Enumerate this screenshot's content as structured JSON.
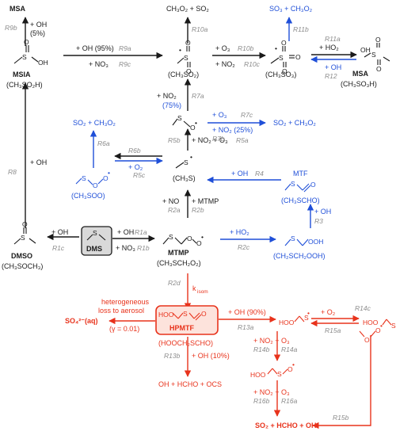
{
  "colors": {
    "black": "#1a1a1a",
    "grey": "#8c8c8c",
    "blue": "#1f4fd8",
    "red": "#e8331c",
    "dms_box_fill": "#d9d9d9",
    "hpmtf_box_fill": "#fde3dc"
  },
  "species": {
    "msa_top": "MSA",
    "msia": "MSIA",
    "msia_formula": "(CH₃SO₂H)",
    "ch3so2_products": "CH₃O₂ + SO₂",
    "ch3so2_formula": "(CH₃SO₂)",
    "so3_products": "SO₃ + CH₃O₂",
    "ch3so3_formula": "(CH₃SO₃)",
    "msa_right": "MSA",
    "msa_right_formula": "(CH₃SO₃H)",
    "so2_ch3o2_right": "SO₂ + CH₃O₂",
    "ch3s_formula": "(CH₃S)",
    "so2_ch3o2_left": "SO₂ + CH₃O₂",
    "ch3soo_formula": "(CH₃SOO)",
    "mtf": "MTF",
    "mtf_formula": "(CH₃SCHO)",
    "dmso": "DMSO",
    "dmso_formula": "(CH₃SOCH₃)",
    "dms": "DMS",
    "mtmp": "MTMP",
    "mtmp_formula": "(CH₃SCH₂O₂)",
    "ch2sch2ooh_formula": "(CH₂SCH₂OOH)",
    "so4_aerosol": "SO₄²⁻(aq)",
    "hpmtf": "HPMTF",
    "hpmtf_formula": "(HOOCH₂SCHO)",
    "hpmtf_ocs_products": "OH + HCHO + OCS",
    "final_products": "SO₂ + HCHO + OH"
  },
  "labels": {
    "oh_5": "+ OH",
    "oh_5_pct": "(5%)",
    "r9b": "R9b",
    "oh_95": "+ OH (95%)",
    "r9a": "R9a",
    "no3_r9c": "+ NO₃",
    "r9c": "R9c",
    "r10a": "R10a",
    "r11b": "R11b",
    "o3_r10b": "+ O₃",
    "r10b": "R10b",
    "no2_r10c": "+ NO₂",
    "r10c": "R10c",
    "r11a": "R11a",
    "ho2_r11a": "+ HO₂",
    "oh_r12": "+ OH",
    "r12": "R12",
    "no2_r7a": "+ NO₂",
    "r7a": "R7a",
    "pct_75": "(75%)",
    "o3_r7c": "+ O₃",
    "r7c": "R7c",
    "no2_25": "+ NO₂ (25%)",
    "r7b": "R7b",
    "r5b": "R5b",
    "no2_o3_r5": "+ NO₂ + O₃",
    "r5a": "R5a",
    "r6a": "R6a",
    "r6b": "R6b",
    "o2_r5c": "+ O₂",
    "r5c": "R5c",
    "oh_r4": "+ OH",
    "r4": "R4",
    "oh_r8": "+ OH",
    "r8": "R8",
    "oh_r3": "+ OH",
    "r3": "R3",
    "no_r2a": "+ NO",
    "r2a": "R2a",
    "mtmp_r2b": "+ MTMP",
    "r2b": "R2b",
    "ho2_r2c": "+ HO₂",
    "r2c": "R2c",
    "oh_r1c": "+ OH",
    "r1c": "R1c",
    "oh_r1a": "+ OH",
    "r1a": "R1a",
    "no3_r1b": "+ NO₃",
    "r1b": "R1b",
    "r2d": "R2d",
    "k_isom": "k",
    "k_isom_sub": "isom",
    "hetero_1": "heterogeneous",
    "hetero_2": "loss to aerosol",
    "gamma": "(γ = 0.01)",
    "oh_90": "+ OH (90%)",
    "r13a": "R13a",
    "o2_r14c": "+ O₂",
    "r14c": "R14c",
    "r15a": "R15a",
    "r13b": "R13b",
    "oh_10": "+ OH (10%)",
    "no2_o3_r14": "+ NO₂ + O₃",
    "r14b": "R14b",
    "r14a": "R14a",
    "no2_o3_r16": "+ NO₂ + O₃",
    "r16b": "R16b",
    "r16a": "R16a",
    "r15b": "R15b"
  },
  "structure_atoms": {
    "s": "S",
    "o": "O",
    "oh": "OH",
    "hoo": "HOO",
    "ooh": "OOH",
    "radical_dot": "•"
  }
}
